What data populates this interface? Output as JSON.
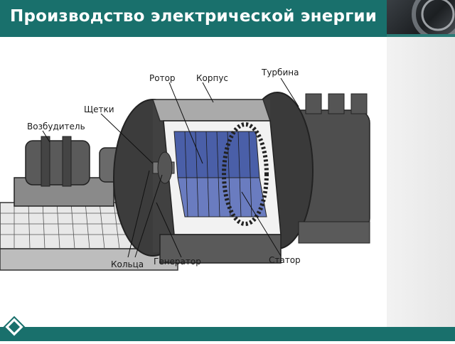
{
  "header": {
    "title": "Производство электрической энергии"
  },
  "diagram": {
    "labels": {
      "rotor": "Ротор",
      "body": "Корпус",
      "turbine": "Турбина",
      "brushes": "Щетки",
      "exciter": "Возбудитель",
      "rings": "Кольца",
      "generator": "Генератор",
      "stator": "Статор"
    }
  },
  "colors": {
    "accent": "#19706c",
    "machine_dark": "#3c3c3c",
    "stator_blue": "#4a5fa8"
  }
}
